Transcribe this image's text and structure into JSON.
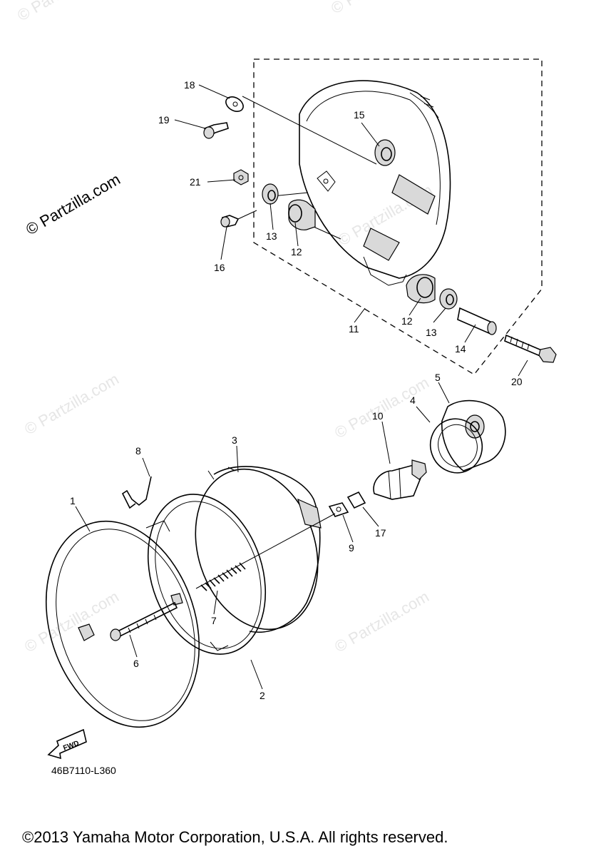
{
  "watermarks": {
    "main": "© Partzilla.com",
    "faint": "© Partzilla.com"
  },
  "callouts": {
    "p1": "1",
    "p2": "2",
    "p3": "3",
    "p4": "4",
    "p5": "5",
    "p6": "6",
    "p7": "7",
    "p8": "8",
    "p9": "9",
    "p10": "10",
    "p11": "11",
    "p12a": "12",
    "p12b": "12",
    "p13a": "13",
    "p13b": "13",
    "p14": "14",
    "p15": "15",
    "p16": "16",
    "p17": "17",
    "p18": "18",
    "p19": "19",
    "p20": "20",
    "p21": "21"
  },
  "fwd_label": "FWD",
  "diagram_code": "46B7110-L360",
  "copyright": "©2013 Yamaha Motor Corporation, U.S.A. All rights reserved."
}
